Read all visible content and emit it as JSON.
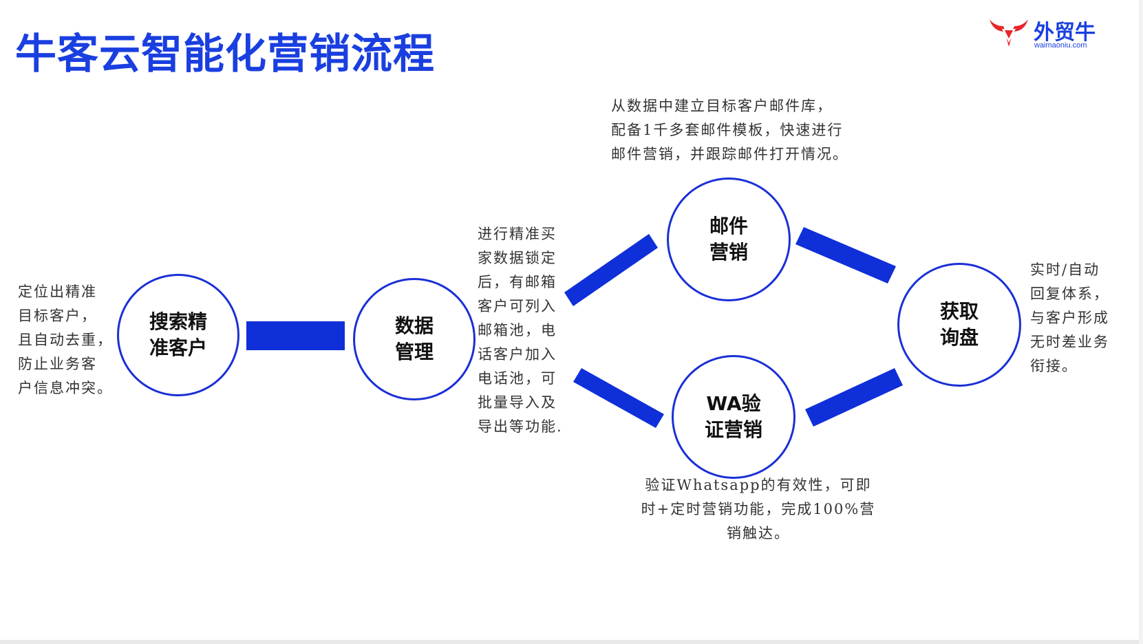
{
  "header": {
    "title": "牛客云智能化营销流程",
    "logo_text": "外贸牛",
    "logo_subtext": "waimaoniu.com"
  },
  "colors": {
    "accent": "#1a3fe0",
    "connector": "#0f2fd8",
    "logo_red": "#e8262a"
  },
  "diagram": {
    "nodes": {
      "search": "搜索精\n准客户",
      "data_mgmt": "数据\n管理",
      "email": "邮件\n营销",
      "wa": "WA验\n证营销",
      "inquiry": "获取\n询盘"
    },
    "notes": {
      "search": "定位出精准\n目标客户，\n且自动去重，\n防止业务客\n户信息冲突。",
      "data_mgmt": "进行精准买\n家数据锁定\n后，有邮箱\n客户可列入\n邮箱池，电\n话客户加入\n电话池，可\n批量导入及\n导出等功能.",
      "email": "从数据中建立目标客户邮件库，\n配备1千多套邮件模板，快速进行\n邮件营销，并跟踪邮件打开情况。",
      "wa": "验证Whatsapp的有效性，可即\n时+定时营销功能，完成100%营\n销触达。",
      "inquiry": "实时/自动\n回复体系，\n与客户形成\n无时差业务\n衔接。"
    }
  }
}
